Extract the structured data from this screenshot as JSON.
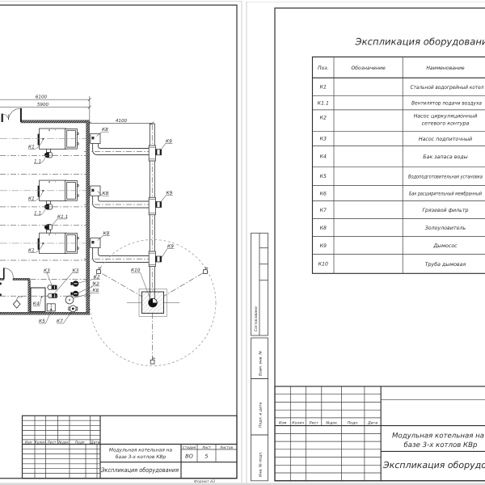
{
  "left_sheet": {
    "dimensions": {
      "width_outer": "6100",
      "width_inner": "5900",
      "flue_offset": "4100"
    },
    "plan_labels": {
      "boiler": "К1",
      "fan_short": "1.1",
      "fan_full": "К1.1",
      "ash_catcher": "К8",
      "smoke_exhauster": "К9",
      "chimney": "К10",
      "circulation_pump": "К2",
      "feed_pump": "К3",
      "water_tank": "К4",
      "water_treatment": "К5",
      "expansion_tank": "К6",
      "mud_filter": "К7"
    },
    "title_block": {
      "header_cols": [
        "Изм",
        "Колич",
        "Лист",
        "№док",
        "Подп",
        "Дата"
      ],
      "project_line1": "Модульная котельная на",
      "project_line2": "базе 3-х котлов КВр",
      "doc_title": "Экспликация оборудования",
      "stage_label": "Стадия",
      "sheet_label": "Лист",
      "sheets_label": "Листов",
      "stage_value": "ВО",
      "sheet_value": "5",
      "format_note": "Формат   А3"
    }
  },
  "right_sheet": {
    "title": "Экспликация оборудования",
    "table": {
      "headers": [
        "Поз.",
        "Обозначение",
        "Наименование"
      ],
      "rows": [
        {
          "pos": "К1",
          "name": "Стальной водогрейный котел"
        },
        {
          "pos": "К1.1",
          "name": "Вентилятор подачи воздуха"
        },
        {
          "pos": "К2",
          "name": "Насос циркуляционный",
          "name2": "сетевого контура"
        },
        {
          "pos": "К3",
          "name": "Насос подпиточный"
        },
        {
          "pos": "К4",
          "name": "Бак запаса воды"
        },
        {
          "pos": "К5",
          "name": "Водоподготовительная установка"
        },
        {
          "pos": "К6",
          "name": "Бак расширительный мембранный"
        },
        {
          "pos": "К7",
          "name": "Грязевой фильтр"
        },
        {
          "pos": "К8",
          "name": "Золоуловитель"
        },
        {
          "pos": "К9",
          "name": "Дымосос"
        },
        {
          "pos": "К10",
          "name": "Труба дымовая"
        }
      ]
    },
    "margin_labels": {
      "agreed": "Согласовано",
      "replace_inv": "Взам. инв. №",
      "sign_date": "Подп. и дата",
      "inv_orig": "Инв. № подл."
    },
    "title_block": {
      "header_cols": [
        "Изм",
        "Колич",
        "Лист",
        "№док",
        "Подп.",
        "Дата"
      ],
      "project_line1": "Модульная котельная на",
      "project_line2": "базе 3-х котлов КВр",
      "doc_title": "Экспликация оборудования"
    }
  }
}
